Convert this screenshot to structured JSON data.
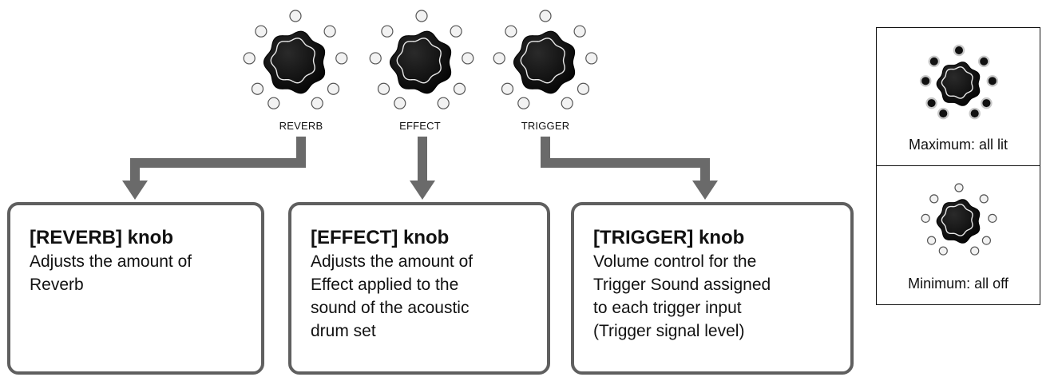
{
  "knobs": [
    {
      "id": "reverb",
      "label": "REVERB"
    },
    {
      "id": "effect",
      "label": "EFFECT"
    },
    {
      "id": "trigger",
      "label": "TRIGGER"
    }
  ],
  "descriptions": [
    {
      "id": "reverb",
      "title": "[REVERB] knob",
      "lines": [
        "Adjusts the amount of",
        "Reverb"
      ]
    },
    {
      "id": "effect",
      "title": "[EFFECT] knob",
      "lines": [
        "Adjusts the amount of",
        "Effect applied to the",
        "sound of the acoustic",
        "drum set"
      ]
    },
    {
      "id": "trigger",
      "title": "[TRIGGER] knob",
      "lines": [
        "Volume control for the",
        "Trigger Sound assigned",
        "to each trigger input",
        "(Trigger signal level)"
      ]
    }
  ],
  "legend": {
    "maximum_caption": "Maximum: all lit",
    "minimum_caption": "Minimum: all off"
  },
  "colors": {
    "arrow": "#6a6a6a",
    "box_border": "#5f5f5f",
    "led_off_fill": "#f2f2f2",
    "led_off_stroke": "#555555",
    "led_on_fill": "#111111",
    "led_on_glow": "#9a9a9a",
    "knob": "#0d0d0d"
  },
  "icons": [
    "knob-icon",
    "led-icon",
    "arrow-icon"
  ]
}
